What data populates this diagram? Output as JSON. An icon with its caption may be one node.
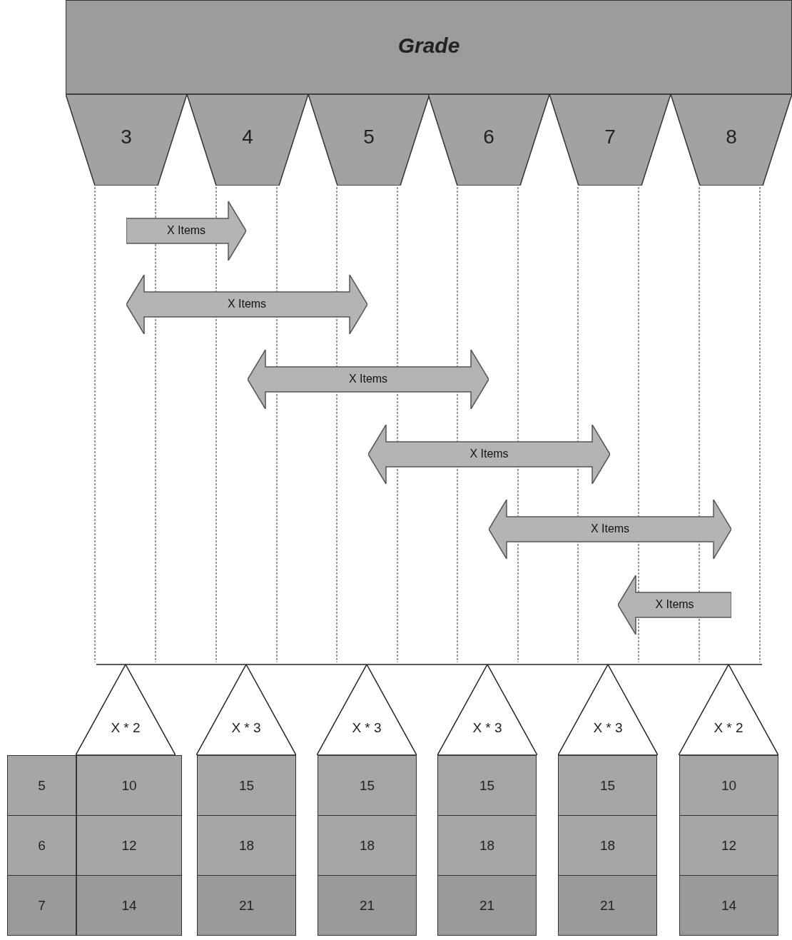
{
  "diagram": {
    "nodes": [
      {
        "text": [
          "Grade"
        ]
      },
      {
        "text": [
          "3"
        ]
      },
      {
        "text": [
          "4"
        ]
      },
      {
        "text": [
          "5"
        ]
      },
      {
        "text": [
          "6"
        ]
      },
      {
        "text": [
          "7"
        ]
      },
      {
        "text": [
          "8"
        ]
      },
      {
        "text": [
          "X Items"
        ]
      },
      {
        "text": [
          "X Items"
        ]
      },
      {
        "text": [
          "X Items"
        ]
      },
      {
        "text": [
          "X Items"
        ]
      },
      {
        "text": [
          "X Items"
        ]
      },
      {
        "text": [
          "X Items"
        ]
      },
      {
        "text": [
          "X * 2"
        ]
      },
      {
        "text": [
          "X * 3"
        ]
      },
      {
        "text": [
          "X * 3"
        ]
      },
      {
        "text": [
          "X * 3"
        ]
      },
      {
        "text": [
          "X * 3"
        ]
      },
      {
        "text": [
          "X * 2"
        ]
      }
    ],
    "labels": [
      "5",
      "10",
      "15",
      "15",
      "15",
      "15",
      "10",
      "6",
      "12",
      "18",
      "18",
      "18",
      "18",
      "12",
      "7",
      "14",
      "21",
      "21",
      "21",
      "21",
      "14"
    ]
  }
}
